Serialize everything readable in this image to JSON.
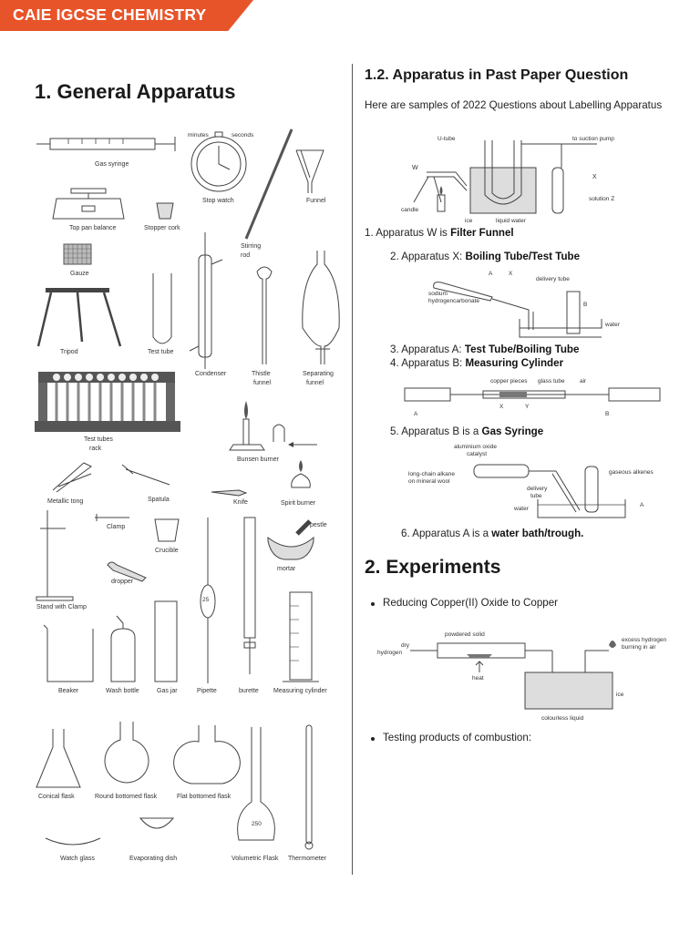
{
  "header": {
    "banner": "CAIE IGCSE CHEMISTRY"
  },
  "left": {
    "title": "1. General Apparatus",
    "labels": {
      "gas_syringe": "Gas syringe",
      "stop_watch": "Stop watch",
      "minutes": "minutes",
      "seconds": "seconds",
      "funnel": "Funnel",
      "top_pan_balance": "Top pan balance",
      "stopper_cork": "Stopper cork",
      "stirring_rod": "Stirring rod",
      "gauze": "Gauze",
      "tripod": "Tripod",
      "test_tube": "Test tube",
      "condenser": "Condenser",
      "thistle_funnel": "Thistle funnel",
      "separating_funnel": "Separating funnel",
      "test_tubes_rack": "Test tubes rack",
      "bunsen_burner": "Bunsen burner",
      "metallic_tong": "Metallic tong",
      "spatula": "Spatula",
      "knife": "Knife",
      "spirit_burner": "Spirit burner",
      "clamp": "Clamp",
      "crucible": "Crucible",
      "pestle": "pestle",
      "mortar": "mortar",
      "dropper": "dropper",
      "stand_with_clamp": "Stand with Clamp",
      "beaker": "Beaker",
      "wash_bottle": "Wash bottle",
      "gas_jar": "Gas jar",
      "pipette": "Pipette",
      "burette": "burette",
      "measuring_cylinder": "Measuring cylinder",
      "conical_flask": "Conical flask",
      "round_bottomed_flask": "Round bottomed flask",
      "flat_bottomed_flask": "Flat bottomed flask",
      "watch_glass": "Watch glass",
      "evaporating_dish": "Evaporating dish",
      "volumetric_flask": "Volumetric Flask",
      "thermometer": "Thermometer"
    }
  },
  "right": {
    "section_title": "1.2. Apparatus in Past Paper Question",
    "intro": "Here are samples of 2022 Questions about Labelling Apparatus",
    "diagram1": {
      "u_tube": "U-tube",
      "to_suction_pump": "to suction pump",
      "w": "W",
      "x": "X",
      "candle": "candle",
      "solution_z": "solution Z",
      "ice": "ice",
      "liquid_water": "liquid water"
    },
    "q1_prefix": "1. Apparatus W is ",
    "q1_answer": "Filter Funnel",
    "q2_prefix": "2. Apparatus X: ",
    "q2_answer": "Boiling Tube/Test Tube",
    "diagram2": {
      "a": "A",
      "x": "X",
      "delivery_tube": "delivery tube",
      "sodium_hydrogencarbonate": "sodium hydrogencarbonate",
      "b": "B",
      "water": "water"
    },
    "q3_prefix": "3. Apparatus A: ",
    "q3_answer": "Test Tube/Boiling Tube",
    "q4_prefix": "4. Apparatus B: ",
    "q4_answer": "Measuring Cylinder",
    "diagram3": {
      "copper_pieces": "copper pieces",
      "glass_tube": "glass tube",
      "air": "air",
      "a": "A",
      "x": "X",
      "y": "Y",
      "b": "B"
    },
    "q5_prefix": "5. Apparatus B is a ",
    "q5_answer": "Gas Syringe",
    "diagram4": {
      "aluminium_oxide_catalyst": "aluminium oxide catalyst",
      "long_chain_alkane": "long-chain alkane on mineral wool",
      "gaseous_alkenes": "gaseous alkenes",
      "delivery_tube": "delivery tube",
      "water": "water",
      "a": "A"
    },
    "q6_prefix": "6. Apparatus A is a ",
    "q6_answer": "water bath/trough.",
    "experiments_title": "2. Experiments",
    "bullet1": "Reducing Copper(II) Oxide to Copper",
    "diagram5": {
      "powdered_solid": "powdered solid",
      "dry_hydrogen": "dry hydrogen",
      "heat": "heat",
      "excess_hydrogen": "excess hydrogen burning in air",
      "ice": "ice",
      "colourless_liquid": "colourless liquid"
    },
    "bullet2": "Testing products of combustion:"
  }
}
